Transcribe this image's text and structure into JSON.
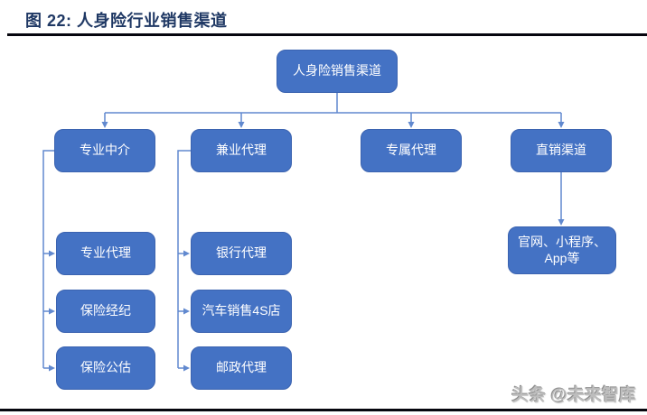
{
  "figure": {
    "title": "图 22: 人身险行业销售渠道",
    "watermark": "头条 @未来智库"
  },
  "colors": {
    "title_text": "#1F3864",
    "rule": "#06060e",
    "box_fill": "#4472C4",
    "box_border": "#3B63B0",
    "box_text": "#FFFFFF",
    "connector": "#6189CF",
    "watermark_text": "#BDBDBD"
  },
  "diagram": {
    "type": "hierarchy",
    "root": {
      "label": "人身险销售渠道"
    },
    "branches": [
      {
        "label": "专业中介",
        "children": [
          "专业代理",
          "保险经纪",
          "保险公估"
        ]
      },
      {
        "label": "兼业代理",
        "children": [
          "银行代理",
          "汽车销售4S店",
          "邮政代理"
        ]
      },
      {
        "label": "专属代理",
        "children": []
      },
      {
        "label": "直销渠道",
        "children": [
          "官网、小程序、App等"
        ]
      }
    ]
  }
}
